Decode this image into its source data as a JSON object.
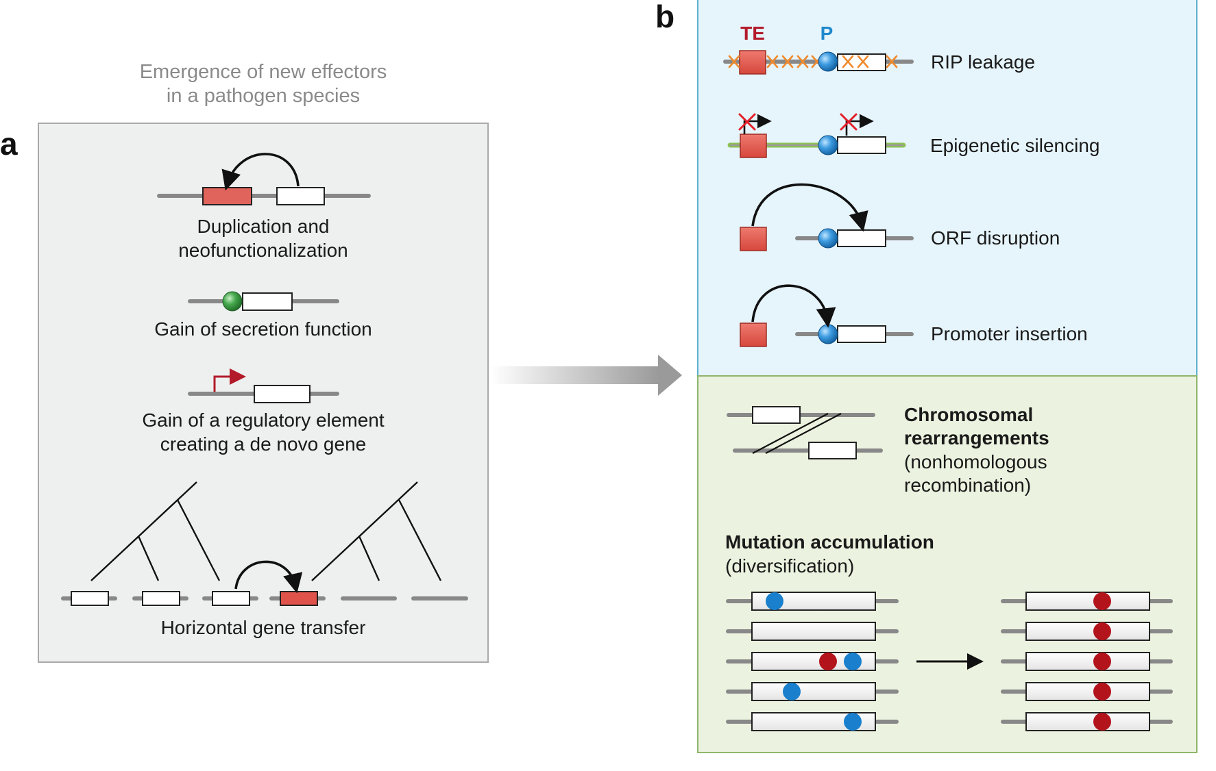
{
  "panel_a": {
    "letter": "a",
    "caption_line1": "Emergence of new effectors",
    "caption_line2": "in a pathogen species",
    "items": {
      "duplication_line1": "Duplication and",
      "duplication_line2": "neofunctionalization",
      "secretion": "Gain of secretion function",
      "regulatory_line1": "Gain of a regulatory element",
      "regulatory_line2": "creating a de novo gene",
      "hgt": "Horizontal gene transfer"
    }
  },
  "panel_b": {
    "letter": "b",
    "te_label": "TE",
    "p_label": "P",
    "te_mechanisms": {
      "rip": "RIP leakage",
      "epigenetic": "Epigenetic silencing",
      "orf": "ORF disruption",
      "promoter": "Promoter insertion"
    },
    "other_mechanisms": {
      "chromosomal_line1": "Chromosomal",
      "chromosomal_line2": "rearrangements",
      "chromosomal_line3": "(nonhomologous",
      "chromosomal_line4": "recombination)",
      "mutation_line1": "Mutation accumulation",
      "mutation_line2": "(diversification)"
    }
  },
  "colors": {
    "panel_a_bg": "#eef0ef",
    "panel_b_top_bg": "#e6f4fb",
    "panel_b_bottom_bg": "#ebf2df",
    "te_red": "#e0534a",
    "promoter_blue": "#2f8fd6",
    "secretion_green": "#3aa14a",
    "mutation_blue": "#1a7fcc",
    "mutation_red": "#b3141c",
    "te_label_red": "#b31b2a",
    "p_label_blue": "#1f88cc",
    "rip_orange": "#f08a2c",
    "silencing_green": "#8cc152"
  }
}
